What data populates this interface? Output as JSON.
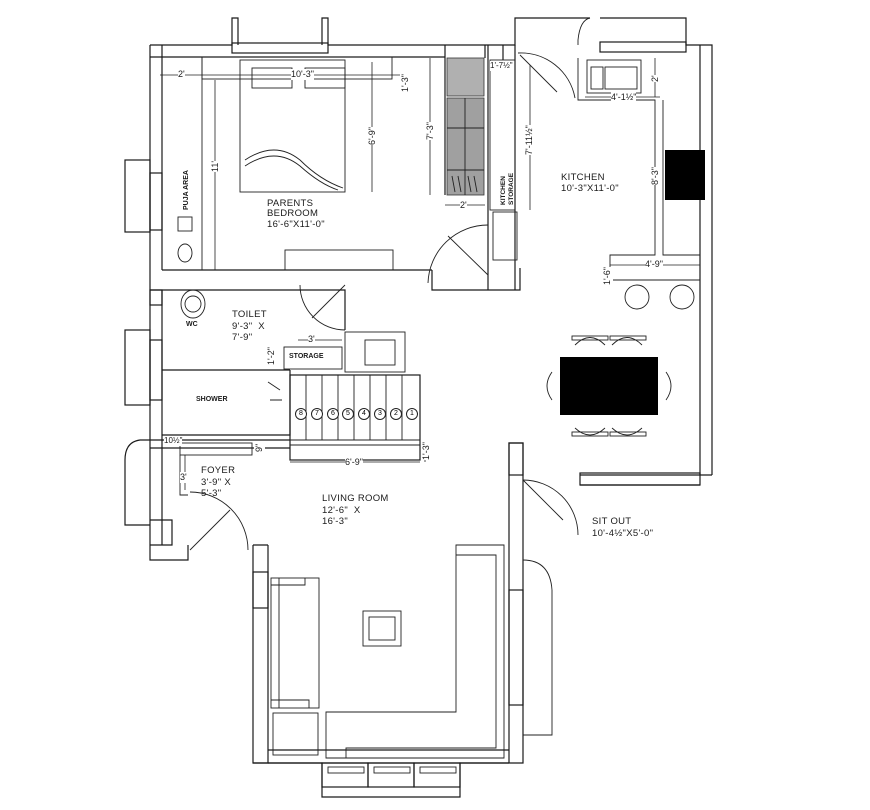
{
  "rooms": {
    "parents_bedroom": {
      "name_line1": "PARENTS",
      "name_line2": "BEDROOM",
      "size": "16'-6\"X11'-0\""
    },
    "kitchen": {
      "name": "KITCHEN",
      "size": "10'-3\"X11'-0\""
    },
    "toilet": {
      "name": "TOILET",
      "size_line1": "9'-3\"  X",
      "size_line2": "7'-9\""
    },
    "foyer": {
      "name": "FOYER",
      "size_line1": "3'-9\" X",
      "size_line2": "5'-3\""
    },
    "living_room": {
      "name": "LIVING ROOM",
      "size_line1": "12'-6\"  X",
      "size_line2": "16'-3\""
    },
    "sit_out": {
      "name": "SIT OUT",
      "size": "10'-4½\"X5'-0\""
    }
  },
  "fixtures": {
    "puja_area": "PUJA AREA",
    "wc": "WC",
    "shower": "SHOWER",
    "storage": "STORAGE",
    "kitchen_storage": "KITCHEN STORAGE"
  },
  "dimensions": {
    "bed_left": "2'",
    "bed_width": "10'-3\"",
    "bed_top": "1'-3\"",
    "bed_length": "6'-9\"",
    "bedroom_height": "11'",
    "wardrobe_height": "7'-3\"",
    "wardrobe_depth": "2'",
    "kitchen_storage_width": "1'-7½\"",
    "kitchen_storage_height": "7'-11½\"",
    "sink_counter": "4'-1½\"",
    "sink_depth": "2'",
    "counter_height": "8'-3\"",
    "breakfast_counter": "4'-9\"",
    "breakfast_depth": "1'-6\"",
    "storage_width": "3'",
    "storage_depth": "1'-2\"",
    "stair_width": "6'-9\"",
    "stair_landing": "1'-3\"",
    "foyer_offset": "10½\"",
    "foyer_small": "9\"",
    "foyer_side": "3'"
  },
  "stairs": {
    "steps": [
      "8",
      "7",
      "6",
      "5",
      "4",
      "3",
      "2",
      "1"
    ]
  },
  "colors": {
    "line": "#1a1a1a",
    "wardrobe": "#a8a8a8",
    "fill_dark": "#000000"
  }
}
